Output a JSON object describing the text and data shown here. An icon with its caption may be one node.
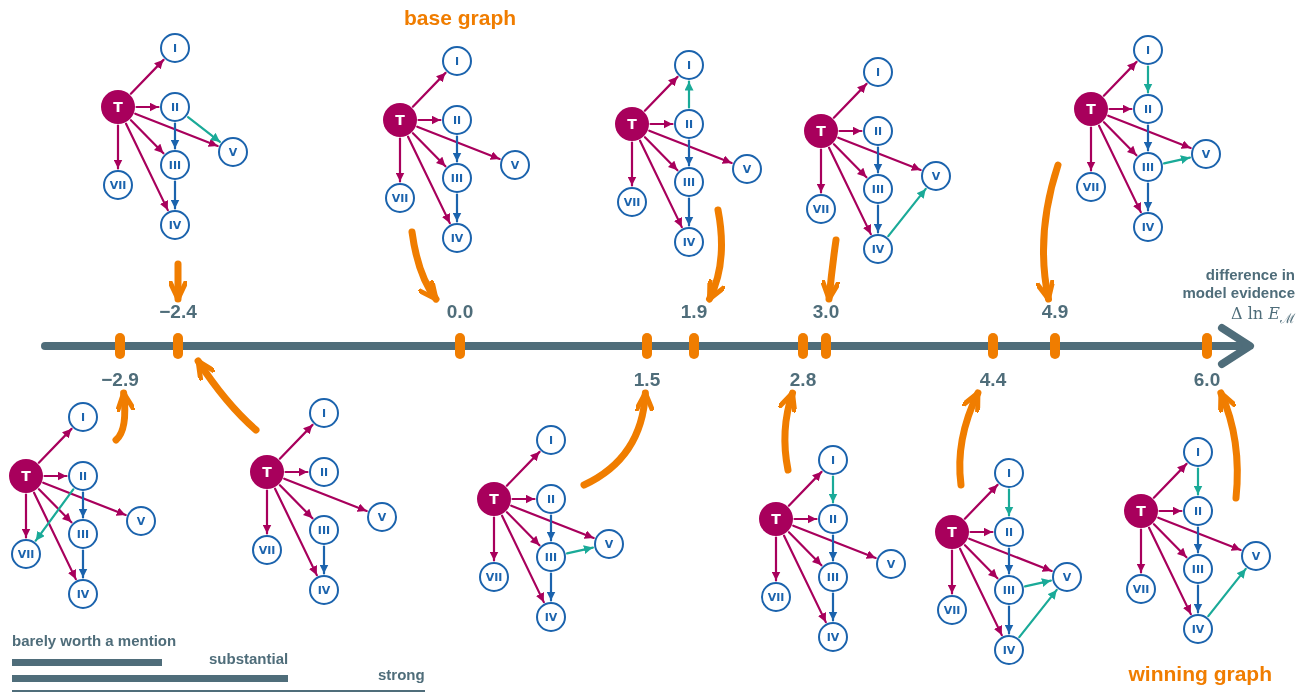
{
  "diagram": {
    "nodes": [
      {
        "text": [
          "T"
        ]
      },
      {
        "text": [
          "I"
        ]
      },
      {
        "text": [
          "II"
        ]
      },
      {
        "text": [
          "III"
        ]
      },
      {
        "text": [
          "IV"
        ]
      },
      {
        "text": [
          "V"
        ]
      },
      {
        "text": [
          "VII"
        ]
      },
      {
        "text": [
          "T"
        ]
      },
      {
        "text": [
          "I"
        ]
      },
      {
        "text": [
          "II"
        ]
      },
      {
        "text": [
          "III"
        ]
      },
      {
        "text": [
          "IV"
        ]
      },
      {
        "text": [
          "V"
        ]
      },
      {
        "text": [
          "VII"
        ]
      },
      {
        "text": [
          "T"
        ]
      },
      {
        "text": [
          "I"
        ]
      },
      {
        "text": [
          "II"
        ]
      },
      {
        "text": [
          "III"
        ]
      },
      {
        "text": [
          "IV"
        ]
      },
      {
        "text": [
          "V"
        ]
      },
      {
        "text": [
          "VII"
        ]
      },
      {
        "text": [
          "T"
        ]
      },
      {
        "text": [
          "I"
        ]
      },
      {
        "text": [
          "II"
        ]
      },
      {
        "text": [
          "III"
        ]
      },
      {
        "text": [
          "IV"
        ]
      },
      {
        "text": [
          "V"
        ]
      },
      {
        "text": [
          "VII"
        ]
      },
      {
        "text": [
          "T"
        ]
      },
      {
        "text": [
          "I"
        ]
      },
      {
        "text": [
          "II"
        ]
      },
      {
        "text": [
          "III"
        ]
      },
      {
        "text": [
          "IV"
        ]
      },
      {
        "text": [
          "V"
        ]
      },
      {
        "text": [
          "VII"
        ]
      },
      {
        "text": [
          "T"
        ]
      },
      {
        "text": [
          "I"
        ]
      },
      {
        "text": [
          "II"
        ]
      },
      {
        "text": [
          "III"
        ]
      },
      {
        "text": [
          "IV"
        ]
      },
      {
        "text": [
          "V"
        ]
      },
      {
        "text": [
          "VII"
        ]
      },
      {
        "text": [
          "T"
        ]
      },
      {
        "text": [
          "I"
        ]
      },
      {
        "text": [
          "II"
        ]
      },
      {
        "text": [
          "III"
        ]
      },
      {
        "text": [
          "IV"
        ]
      },
      {
        "text": [
          "V"
        ]
      },
      {
        "text": [
          "VII"
        ]
      },
      {
        "text": [
          "T"
        ]
      },
      {
        "text": [
          "I"
        ]
      },
      {
        "text": [
          "II"
        ]
      },
      {
        "text": [
          "III"
        ]
      },
      {
        "text": [
          "IV"
        ]
      },
      {
        "text": [
          "V"
        ]
      },
      {
        "text": [
          "VII"
        ]
      },
      {
        "text": [
          "T"
        ]
      },
      {
        "text": [
          "I"
        ]
      },
      {
        "text": [
          "II"
        ]
      },
      {
        "text": [
          "III"
        ]
      },
      {
        "text": [
          "IV"
        ]
      },
      {
        "text": [
          "V"
        ]
      },
      {
        "text": [
          "VII"
        ]
      },
      {
        "text": [
          "T"
        ]
      },
      {
        "text": [
          "I"
        ]
      },
      {
        "text": [
          "II"
        ]
      },
      {
        "text": [
          "III"
        ]
      },
      {
        "text": [
          "IV"
        ]
      },
      {
        "text": [
          "V"
        ]
      },
      {
        "text": [
          "VII"
        ]
      },
      {
        "text": [
          "T"
        ]
      },
      {
        "text": [
          "I"
        ]
      },
      {
        "text": [
          "II"
        ]
      },
      {
        "text": [
          "III"
        ]
      },
      {
        "text": [
          "IV"
        ]
      },
      {
        "text": [
          "V"
        ]
      },
      {
        "text": [
          "VII"
        ]
      },
      {
        "text": [],
        "shape": "bar",
        "beside": [
          "−2.9"
        ]
      },
      {
        "text": [],
        "shape": "bar",
        "beside": [
          "−2.4"
        ]
      },
      {
        "text": [],
        "shape": "bar",
        "beside": [
          "0.0"
        ]
      },
      {
        "text": [],
        "shape": "bar",
        "beside": [
          "1.5"
        ]
      },
      {
        "text": [],
        "shape": "bar",
        "beside": [
          "1.9"
        ]
      },
      {
        "text": [],
        "shape": "bar",
        "beside": [
          "2.8"
        ]
      },
      {
        "text": [],
        "shape": "bar",
        "beside": [
          "3.0"
        ]
      },
      {
        "text": [],
        "shape": "bar",
        "beside": [
          "4.4"
        ]
      },
      {
        "text": [],
        "shape": "bar",
        "beside": [
          "4.9"
        ]
      },
      {
        "text": [],
        "shape": "bar",
        "beside": [
          "6.0"
        ]
      }
    ],
    "edges": [
      {
        "from": 0,
        "to": 1,
        "arrow": "to"
      },
      {
        "from": 0,
        "to": 2,
        "arrow": "to"
      },
      {
        "from": 0,
        "to": 3,
        "arrow": "to"
      },
      {
        "from": 0,
        "to": 4,
        "arrow": "to"
      },
      {
        "from": 0,
        "to": 5,
        "arrow": "to"
      },
      {
        "from": 0,
        "to": 6,
        "arrow": "to"
      },
      {
        "from": 2,
        "to": 3,
        "arrow": "to",
        "color": "#1b63ad"
      },
      {
        "from": 3,
        "to": 4,
        "arrow": "to",
        "color": "#1b63ad"
      },
      {
        "from": 2,
        "to": 5,
        "arrow": "to",
        "color": "#1aaa98"
      },
      {
        "from": 7,
        "to": 8,
        "arrow": "to"
      },
      {
        "from": 7,
        "to": 9,
        "arrow": "to"
      },
      {
        "from": 7,
        "to": 10,
        "arrow": "to"
      },
      {
        "from": 7,
        "to": 11,
        "arrow": "to"
      },
      {
        "from": 7,
        "to": 12,
        "arrow": "to"
      },
      {
        "from": 7,
        "to": 13,
        "arrow": "to"
      },
      {
        "from": 9,
        "to": 10,
        "arrow": "to",
        "color": "#1b63ad"
      },
      {
        "from": 10,
        "to": 11,
        "arrow": "to",
        "color": "#1b63ad"
      },
      {
        "from": 14,
        "to": 15,
        "arrow": "to"
      },
      {
        "from": 14,
        "to": 16,
        "arrow": "to"
      },
      {
        "from": 14,
        "to": 17,
        "arrow": "to"
      },
      {
        "from": 14,
        "to": 18,
        "arrow": "to"
      },
      {
        "from": 14,
        "to": 19,
        "arrow": "to"
      },
      {
        "from": 14,
        "to": 20,
        "arrow": "to"
      },
      {
        "from": 16,
        "to": 17,
        "arrow": "to",
        "color": "#1b63ad"
      },
      {
        "from": 17,
        "to": 18,
        "arrow": "to",
        "color": "#1b63ad"
      },
      {
        "from": 16,
        "to": 15,
        "arrow": "to",
        "color": "#1aaa98"
      },
      {
        "from": 21,
        "to": 22,
        "arrow": "to"
      },
      {
        "from": 21,
        "to": 23,
        "arrow": "to"
      },
      {
        "from": 21,
        "to": 24,
        "arrow": "to"
      },
      {
        "from": 21,
        "to": 25,
        "arrow": "to"
      },
      {
        "from": 21,
        "to": 26,
        "arrow": "to"
      },
      {
        "from": 21,
        "to": 27,
        "arrow": "to"
      },
      {
        "from": 23,
        "to": 24,
        "arrow": "to",
        "color": "#1b63ad"
      },
      {
        "from": 24,
        "to": 25,
        "arrow": "to",
        "color": "#1b63ad"
      },
      {
        "from": 25,
        "to": 26,
        "arrow": "to",
        "color": "#1aaa98"
      },
      {
        "from": 28,
        "to": 29,
        "arrow": "to"
      },
      {
        "from": 28,
        "to": 30,
        "arrow": "to"
      },
      {
        "from": 28,
        "to": 31,
        "arrow": "to"
      },
      {
        "from": 28,
        "to": 32,
        "arrow": "to"
      },
      {
        "from": 28,
        "to": 33,
        "arrow": "to"
      },
      {
        "from": 28,
        "to": 34,
        "arrow": "to"
      },
      {
        "from": 30,
        "to": 31,
        "arrow": "to",
        "color": "#1b63ad"
      },
      {
        "from": 31,
        "to": 32,
        "arrow": "to",
        "color": "#1b63ad"
      },
      {
        "from": 29,
        "to": 30,
        "arrow": "to",
        "color": "#1aaa98"
      },
      {
        "from": 31,
        "to": 33,
        "arrow": "to",
        "color": "#1aaa98"
      },
      {
        "from": 35,
        "to": 36,
        "arrow": "to"
      },
      {
        "from": 35,
        "to": 37,
        "arrow": "to"
      },
      {
        "from": 35,
        "to": 38,
        "arrow": "to"
      },
      {
        "from": 35,
        "to": 39,
        "arrow": "to"
      },
      {
        "from": 35,
        "to": 40,
        "arrow": "to"
      },
      {
        "from": 35,
        "to": 41,
        "arrow": "to"
      },
      {
        "from": 37,
        "to": 38,
        "arrow": "to",
        "color": "#1b63ad"
      },
      {
        "from": 38,
        "to": 39,
        "arrow": "to",
        "color": "#1b63ad"
      },
      {
        "from": 37,
        "to": 41,
        "arrow": "to",
        "color": "#1aaa98"
      },
      {
        "from": 42,
        "to": 43,
        "arrow": "to"
      },
      {
        "from": 42,
        "to": 44,
        "arrow": "to"
      },
      {
        "from": 42,
        "to": 45,
        "arrow": "to"
      },
      {
        "from": 42,
        "to": 46,
        "arrow": "to"
      },
      {
        "from": 42,
        "to": 47,
        "arrow": "to"
      },
      {
        "from": 42,
        "to": 48,
        "arrow": "to"
      },
      {
        "from": 45,
        "to": 46,
        "arrow": "to",
        "color": "#1b63ad"
      },
      {
        "from": 49,
        "to": 50,
        "arrow": "to"
      },
      {
        "from": 49,
        "to": 51,
        "arrow": "to"
      },
      {
        "from": 49,
        "to": 52,
        "arrow": "to"
      },
      {
        "from": 49,
        "to": 53,
        "arrow": "to"
      },
      {
        "from": 49,
        "to": 54,
        "arrow": "to"
      },
      {
        "from": 49,
        "to": 55,
        "arrow": "to"
      },
      {
        "from": 51,
        "to": 52,
        "arrow": "to",
        "color": "#1b63ad"
      },
      {
        "from": 52,
        "to": 53,
        "arrow": "to",
        "color": "#1b63ad"
      },
      {
        "from": 52,
        "to": 54,
        "arrow": "to",
        "color": "#1aaa98"
      },
      {
        "from": 56,
        "to": 57,
        "arrow": "to"
      },
      {
        "from": 56,
        "to": 58,
        "arrow": "to"
      },
      {
        "from": 56,
        "to": 59,
        "arrow": "to"
      },
      {
        "from": 56,
        "to": 60,
        "arrow": "to"
      },
      {
        "from": 56,
        "to": 61,
        "arrow": "to"
      },
      {
        "from": 56,
        "to": 62,
        "arrow": "to"
      },
      {
        "from": 58,
        "to": 59,
        "arrow": "to",
        "color": "#1b63ad"
      },
      {
        "from": 59,
        "to": 60,
        "arrow": "to",
        "color": "#1b63ad"
      },
      {
        "from": 57,
        "to": 58,
        "arrow": "to",
        "color": "#1aaa98"
      },
      {
        "from": 63,
        "to": 64,
        "arrow": "to"
      },
      {
        "from": 63,
        "to": 65,
        "arrow": "to"
      },
      {
        "from": 63,
        "to": 66,
        "arrow": "to"
      },
      {
        "from": 63,
        "to": 67,
        "arrow": "to"
      },
      {
        "from": 63,
        "to": 68,
        "arrow": "to"
      },
      {
        "from": 63,
        "to": 69,
        "arrow": "to"
      },
      {
        "from": 65,
        "to": 66,
        "arrow": "to",
        "color": "#1b63ad"
      },
      {
        "from": 66,
        "to": 67,
        "arrow": "to",
        "color": "#1b63ad"
      },
      {
        "from": 64,
        "to": 65,
        "arrow": "to",
        "color": "#1aaa98"
      },
      {
        "from": 66,
        "to": 68,
        "arrow": "to",
        "color": "#1aaa98"
      },
      {
        "from": 67,
        "to": 68,
        "arrow": "to",
        "color": "#1aaa98"
      },
      {
        "from": 70,
        "to": 71,
        "arrow": "to"
      },
      {
        "from": 70,
        "to": 72,
        "arrow": "to"
      },
      {
        "from": 70,
        "to": 73,
        "arrow": "to"
      },
      {
        "from": 70,
        "to": 74,
        "arrow": "to"
      },
      {
        "from": 70,
        "to": 75,
        "arrow": "to"
      },
      {
        "from": 70,
        "to": 76,
        "arrow": "to"
      },
      {
        "from": 72,
        "to": 73,
        "arrow": "to",
        "color": "#1b63ad"
      },
      {
        "from": 73,
        "to": 74,
        "arrow": "to",
        "color": "#1b63ad"
      },
      {
        "from": 71,
        "to": 72,
        "arrow": "to",
        "color": "#1aaa98"
      },
      {
        "from": 74,
        "to": 75,
        "arrow": "to",
        "color": "#1aaa98"
      },
      {
        "from": null,
        "to": 78,
        "arrow": "to",
        "style": "thick",
        "color": "#f07d00"
      },
      {
        "from": null,
        "to": 79,
        "arrow": "to",
        "style": "thick",
        "color": "#f07d00"
      },
      {
        "from": null,
        "to": 81,
        "arrow": "to",
        "style": "thick",
        "color": "#f07d00"
      },
      {
        "from": null,
        "to": 83,
        "arrow": "to",
        "style": "thick",
        "color": "#f07d00"
      },
      {
        "from": null,
        "to": 85,
        "arrow": "to",
        "style": "thick",
        "color": "#f07d00"
      },
      {
        "from": null,
        "to": 77,
        "arrow": "to",
        "style": "thick",
        "color": "#f07d00"
      },
      {
        "from": null,
        "to": 78,
        "arrow": "to",
        "style": "thick",
        "color": "#f07d00"
      },
      {
        "from": null,
        "to": 80,
        "arrow": "to",
        "style": "thick",
        "color": "#f07d00"
      },
      {
        "from": null,
        "to": 82,
        "arrow": "to",
        "style": "thick",
        "color": "#f07d00"
      },
      {
        "from": null,
        "to": 84,
        "arrow": "to",
        "style": "thick",
        "color": "#f07d00"
      },
      {
        "from": null,
        "to": 86,
        "arrow": "to",
        "style": "thick",
        "color": "#f07d00"
      }
    ],
    "labels": [
      "base graph",
      "difference in model evidence",
      "Δ ln *E*$_{ℳ}$",
      "barely worth a mention",
      "substantial",
      "strong",
      "winning graph"
    ]
  }
}
